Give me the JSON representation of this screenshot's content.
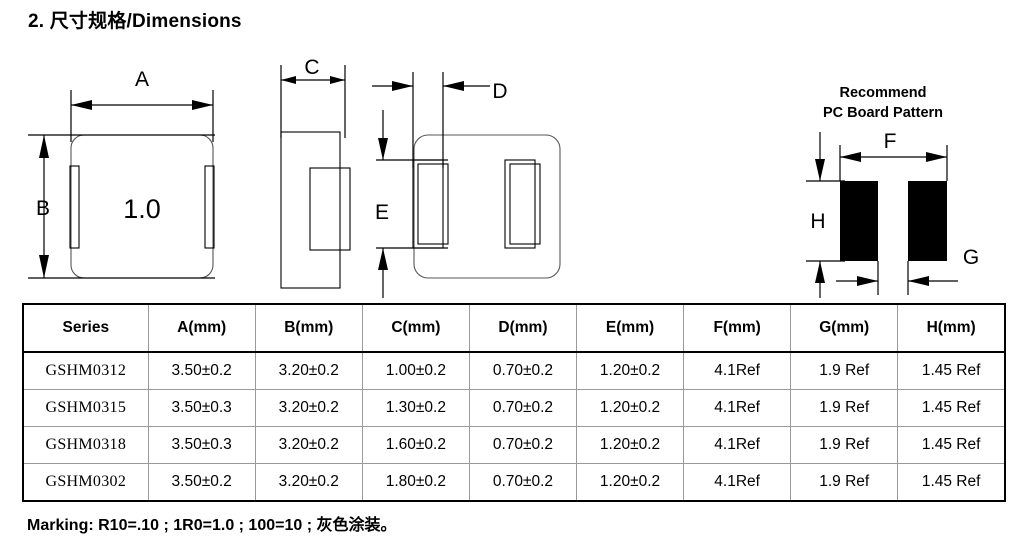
{
  "heading": {
    "number": "2.",
    "text": "尺寸规格/Dimensions",
    "full": "2.  尺寸规格/Dimensions"
  },
  "drawings": {
    "top_view": {
      "name": "top-view",
      "body_marking": "1.0",
      "dimension_labels": [
        "A",
        "B"
      ]
    },
    "side_view": {
      "name": "side-view",
      "dimension_labels": [
        "C"
      ]
    },
    "bottom_view": {
      "name": "bottom-view",
      "dimension_labels": [
        "D",
        "E"
      ]
    },
    "pcb_pattern": {
      "name": "recommended-pcb-pattern",
      "title_line1": "Recommend",
      "title_line2": "PC Board Pattern",
      "dimension_labels": [
        "F",
        "G",
        "H"
      ],
      "pad_color": "#000000"
    }
  },
  "table": {
    "headers": [
      "Series",
      "A(mm)",
      "B(mm)",
      "C(mm)",
      "D(mm)",
      "E(mm)",
      "F(mm)",
      "G(mm)",
      "H(mm)"
    ],
    "rows": [
      {
        "series": "GSHM0312",
        "values": [
          "3.50±0.2",
          "3.20±0.2",
          "1.00±0.2",
          "0.70±0.2",
          "1.20±0.2",
          "4.1Ref",
          "1.9 Ref",
          "1.45 Ref"
        ]
      },
      {
        "series": "GSHM0315",
        "values": [
          "3.50±0.3",
          "3.20±0.2",
          "1.30±0.2",
          "0.70±0.2",
          "1.20±0.2",
          "4.1Ref",
          "1.9 Ref",
          "1.45 Ref"
        ]
      },
      {
        "series": "GSHM0318",
        "values": [
          "3.50±0.3",
          "3.20±0.2",
          "1.60±0.2",
          "0.70±0.2",
          "1.20±0.2",
          "4.1Ref",
          "1.9 Ref",
          "1.45 Ref"
        ]
      },
      {
        "series": "GSHM0302",
        "values": [
          "3.50±0.2",
          "3.20±0.2",
          "1.80±0.2",
          "0.70±0.2",
          "1.20±0.2",
          "4.1Ref",
          "1.9 Ref",
          "1.45 Ref"
        ]
      }
    ]
  },
  "marking_note": "Marking: R10=.10 ; 1R0=1.0 ; 100=10 ; 灰色涂装。"
}
